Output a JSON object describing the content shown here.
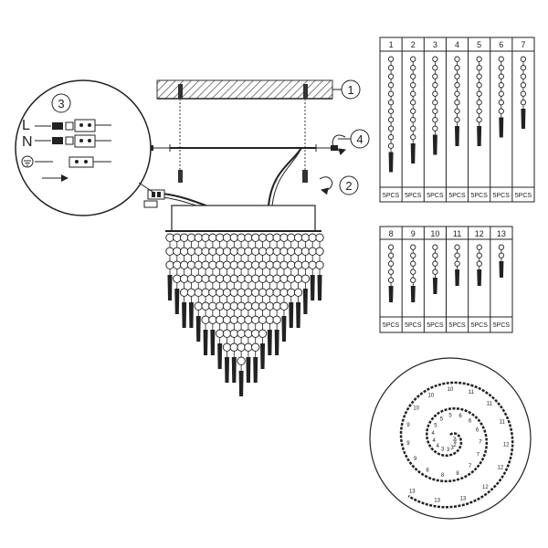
{
  "callouts": [
    "1",
    "2",
    "3",
    "4"
  ],
  "wiring": {
    "live_label": "L",
    "neutral_label": "N"
  },
  "parts_table_top": {
    "columns": [
      {
        "id": "1",
        "qty": "5PCS",
        "beads": 11
      },
      {
        "id": "2",
        "qty": "5PCS",
        "beads": 10
      },
      {
        "id": "3",
        "qty": "5PCS",
        "beads": 9
      },
      {
        "id": "4",
        "qty": "5PCS",
        "beads": 8
      },
      {
        "id": "5",
        "qty": "5PCS",
        "beads": 8
      },
      {
        "id": "6",
        "qty": "5PCS",
        "beads": 7
      },
      {
        "id": "7",
        "qty": "5PCS",
        "beads": 6
      }
    ]
  },
  "parts_table_bottom": {
    "columns": [
      {
        "id": "8",
        "qty": "5PCS",
        "beads": 5
      },
      {
        "id": "9",
        "qty": "5PCS",
        "beads": 5
      },
      {
        "id": "10",
        "qty": "5PCS",
        "beads": 4
      },
      {
        "id": "11",
        "qty": "5PCS",
        "beads": 3
      },
      {
        "id": "12",
        "qty": "5PCS",
        "beads": 3
      },
      {
        "id": "13",
        "qty": "5PCS",
        "beads": 2
      }
    ]
  },
  "spiral_labels": [
    "13",
    "12",
    "11",
    "10",
    "9",
    "8",
    "7",
    "6",
    "5",
    "4",
    "3",
    "2",
    "1"
  ]
}
